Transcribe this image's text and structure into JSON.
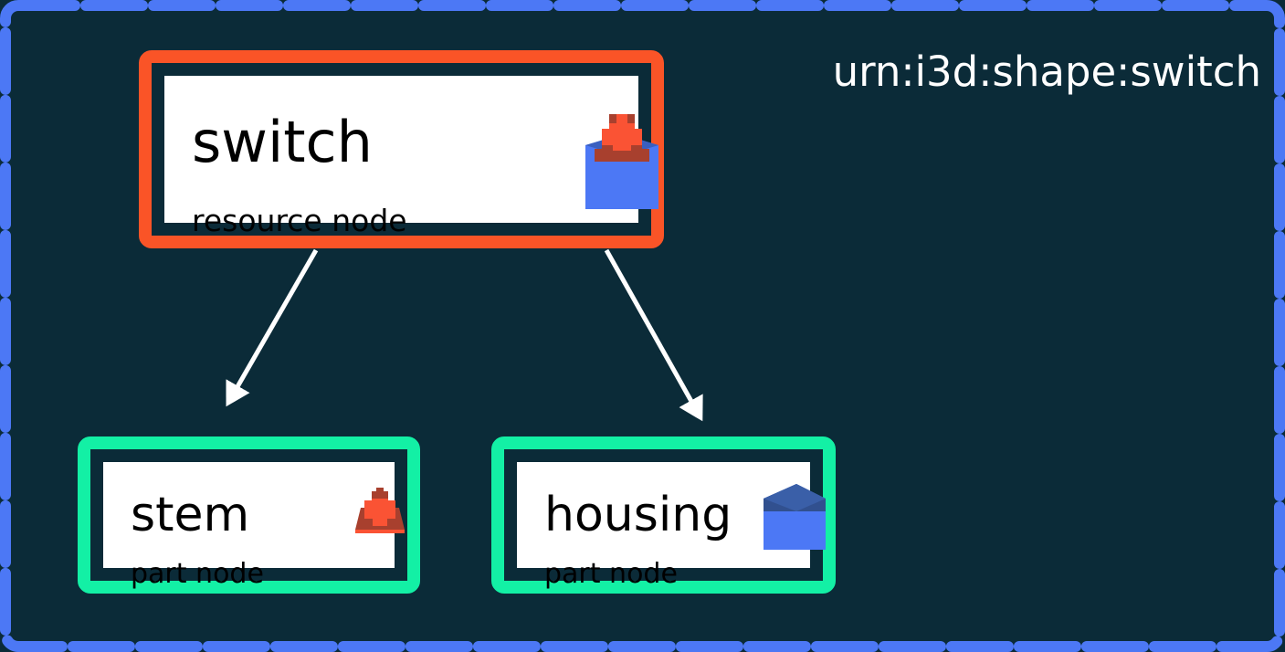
{
  "graph": {
    "title": "urn:i3d:shape:switch",
    "background_color": "#0b2b38",
    "border_color": "#4c78f5",
    "edge_color": "#ffffff"
  },
  "nodes": [
    {
      "id": "switch",
      "title": "switch",
      "subtitle": "resource node",
      "kind": "resource node",
      "accent_color": "#fa5427",
      "icon": "switch-cube-icon"
    },
    {
      "id": "stem",
      "title": "stem",
      "subtitle": "part node",
      "kind": "part node",
      "accent_color": "#13f0a5",
      "icon": "stem-icon"
    },
    {
      "id": "housing",
      "title": "housing",
      "subtitle": "part node",
      "kind": "part node",
      "accent_color": "#13f0a5",
      "icon": "housing-cube-icon"
    }
  ],
  "edges": [
    {
      "from": "switch",
      "to": "stem"
    },
    {
      "from": "switch",
      "to": "housing"
    }
  ]
}
